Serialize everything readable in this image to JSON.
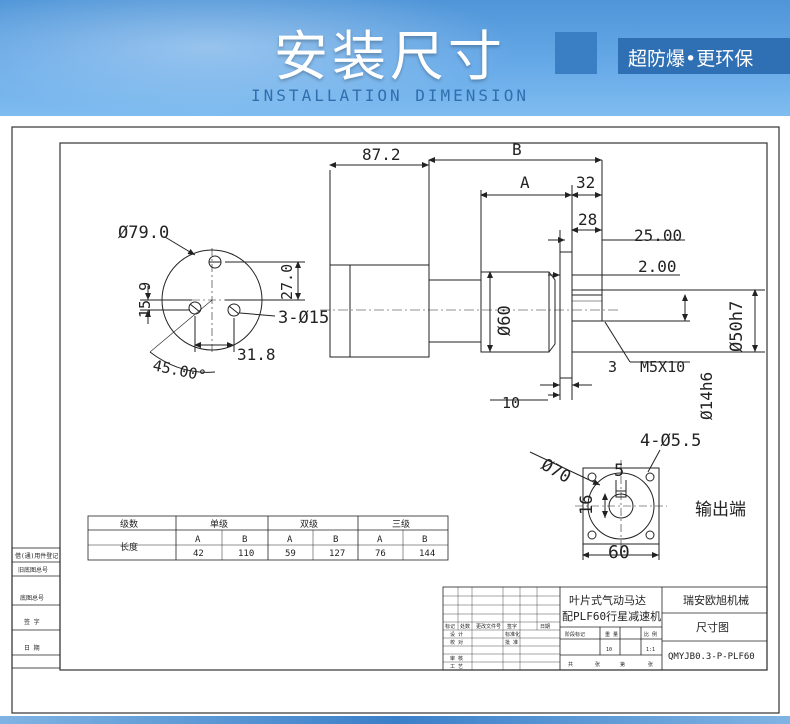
{
  "banner": {
    "title_cn": "安装尺寸",
    "title_en": "INSTALLATION DIMENSION",
    "slogan_part1": "超防爆",
    "slogan_dot": "•",
    "slogan_part2": "更环保"
  },
  "colors": {
    "banner_top": "#4f95d8",
    "banner_bottom": "#7fbcf0",
    "slogan_bg": "#2f6fb3",
    "line": "#222222"
  },
  "dims": {
    "d79": "Ø79.0",
    "d27": "27.0",
    "d15_9": "15.9",
    "three_d15": "3-Ø15",
    "d31_8": "31.8",
    "ang45": "45.00°",
    "d87_2": "87.2",
    "dB": "B",
    "dA": "A",
    "d32": "32",
    "d28": "28",
    "d25": "25.00",
    "d2": "2.00",
    "d60": "Ø60",
    "d50h7": "Ø50h7",
    "m5x10": "M5X10",
    "d3": "3",
    "d10": "10",
    "d14h6": "Ø14h6",
    "d70": "Ø70",
    "four_d55": "4-Ø5.5",
    "d5": "5",
    "d16": "16",
    "d60b": "60",
    "output_end": "输出端"
  },
  "stage_table": {
    "header_label": "级数",
    "length_label": "长度",
    "stages": [
      "单级",
      "双级",
      "三级"
    ],
    "sub": [
      "A",
      "B",
      "A",
      "B",
      "A",
      "B"
    ],
    "values": [
      "42",
      "110",
      "59",
      "127",
      "76",
      "144"
    ]
  },
  "left_column": {
    "items": [
      "借(通)用件登记",
      "旧底图总号",
      "底图总号",
      "签 字",
      "日 期"
    ]
  },
  "title_block": {
    "product_line1": "叶片式气动马达",
    "product_line2": "配PLF60行星减速机",
    "company": "瑞安欧旭机械",
    "drawing_name": "尺寸图",
    "drawing_no": "QMYJB0.3-P-PLF60",
    "rev_headers": [
      "标记",
      "处数",
      "更改文件号",
      "签字",
      "日期"
    ],
    "roles": [
      "设 计",
      "校 对",
      "审 核",
      "工 艺"
    ],
    "std_label": "标准化",
    "approve_label": "批 准",
    "stage_mark_label": "阶段标记",
    "weight_label": "重 量",
    "scale_label": "比 例",
    "weight_value": "10",
    "scale_value": "1:1",
    "sheets_label": "共",
    "sheet_unit": "张",
    "sheet_label": "第"
  }
}
